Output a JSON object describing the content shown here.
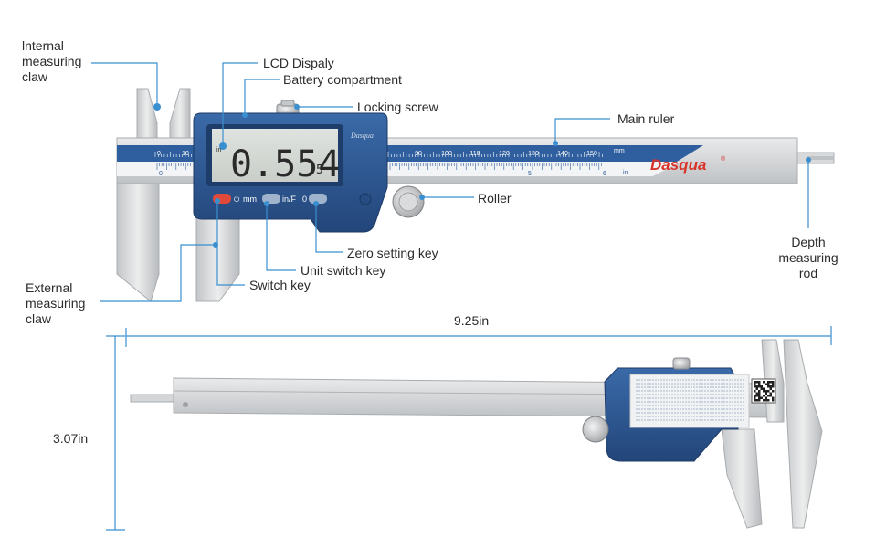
{
  "labels": {
    "internal_claw": [
      "lnternal",
      "measuring",
      "claw"
    ],
    "lcd_display": "LCD Dispaly",
    "battery": "Battery compartment",
    "locking_screw": "Locking screw",
    "main_ruler": "Main ruler",
    "roller": "Roller",
    "zero_key": "Zero setting key",
    "unit_key": "Unit switch key",
    "switch_key": "Switch key",
    "external_claw": [
      "External",
      "measuring",
      "claw"
    ],
    "depth_rod": [
      "Depth",
      "measuring",
      "rod"
    ]
  },
  "dimensions": {
    "length": "9.25in",
    "height": "3.07in"
  },
  "device": {
    "brand": "Dasqua",
    "brand_mark": "®",
    "lcd_reading": "0.554",
    "lcd_small_digit": "5",
    "lcd_unit": "in",
    "button_power": "⏻",
    "button_mm": "mm",
    "button_inf": "in/F",
    "button_zero": "0",
    "mm_scale": [
      "0",
      "10",
      "90",
      "100",
      "110",
      "120",
      "130",
      "140",
      "150"
    ],
    "mm_unit": "mm",
    "in_unit": "in",
    "in_scale": [
      "0",
      "5",
      "6"
    ]
  },
  "colors": {
    "leader": "#3a8fd0",
    "body_blue": "#2d5b97",
    "steel": "#cfd1d3",
    "text": "#2b2b2b"
  }
}
